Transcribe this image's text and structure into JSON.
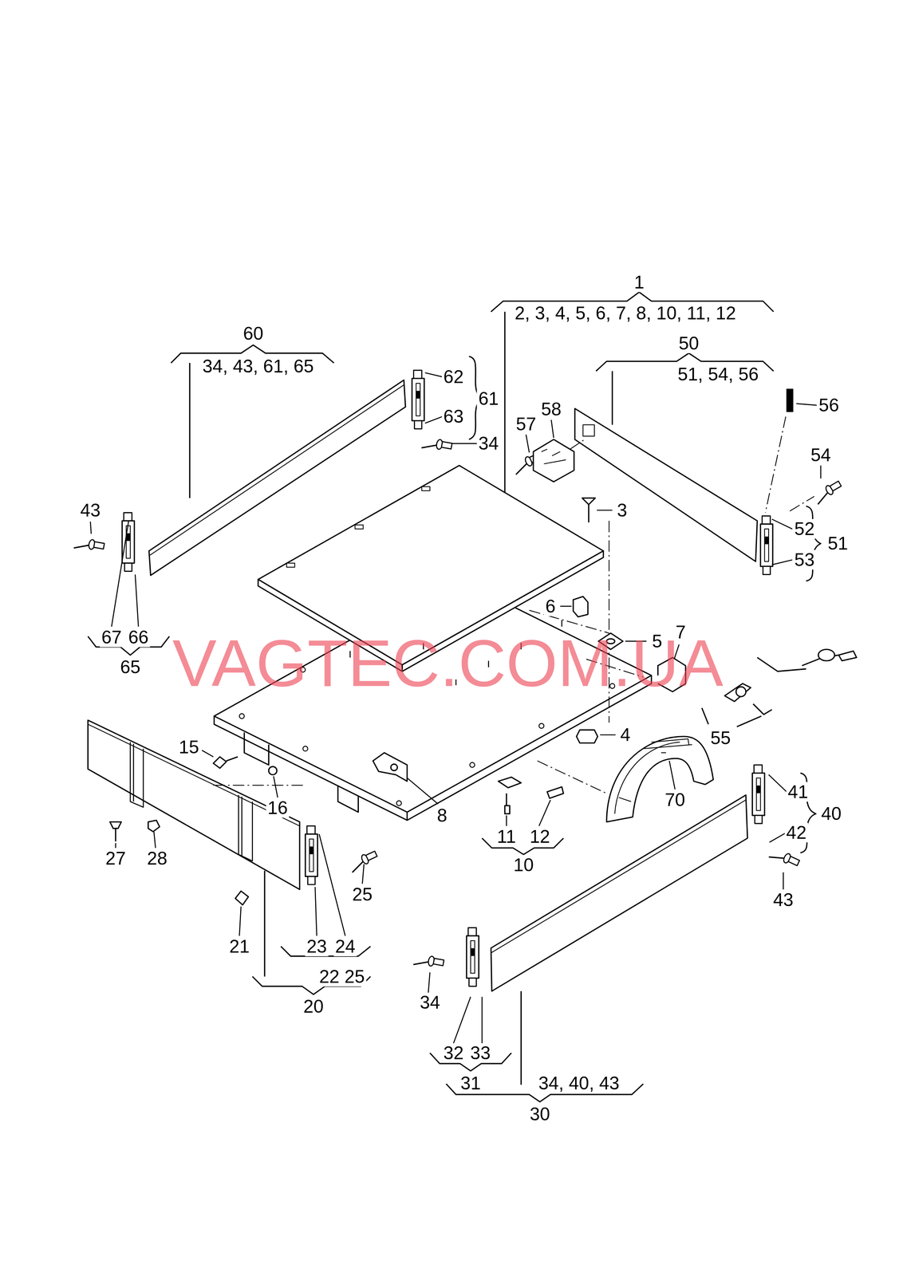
{
  "diagram": {
    "labels": [
      "1",
      "2, 3, 4, 5, 6, 7, 8, 10, 11, 12",
      "60",
      "34, 43, 61, 65",
      "50",
      "51, 54, 56",
      "62",
      "61",
      "58",
      "56",
      "63",
      "57",
      "34",
      "54",
      "3",
      "43",
      "52",
      "51",
      "53",
      "6",
      "7",
      "5",
      "67",
      "66",
      "65",
      "VAGTEC.COM.UA",
      "55",
      "4",
      "15",
      "16",
      "70",
      "41",
      "40",
      "8",
      "27",
      "28",
      "11",
      "12",
      "42",
      "10",
      "25",
      "43",
      "21",
      "23",
      "24",
      "22 25",
      "20",
      "34",
      "32",
      "33",
      "31",
      "34, 40, 43",
      "30"
    ]
  }
}
